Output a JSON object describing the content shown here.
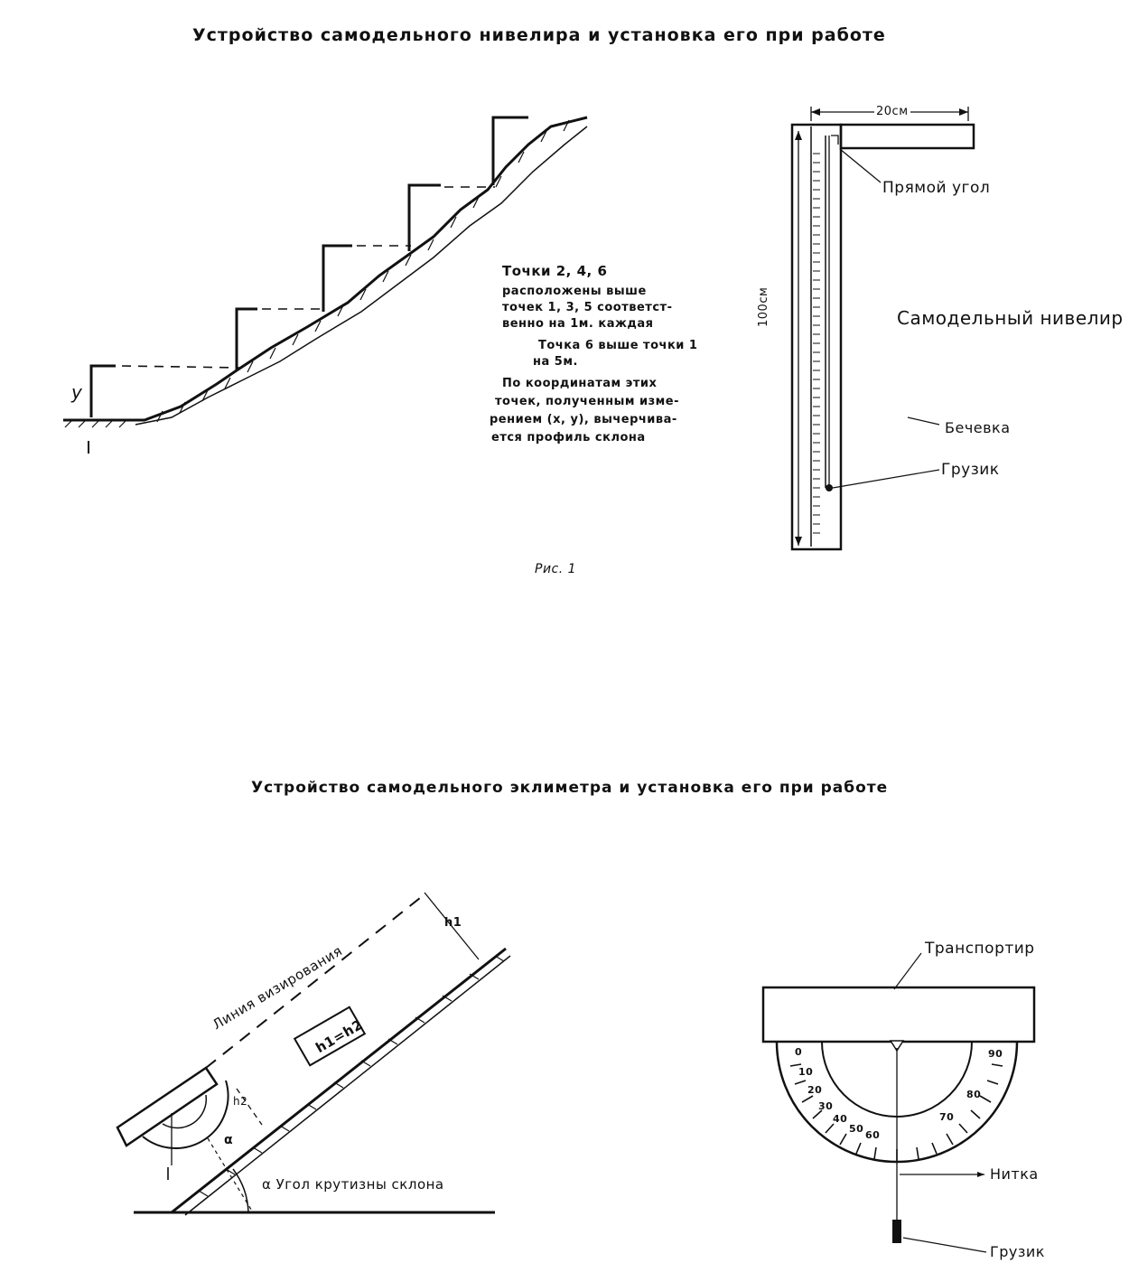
{
  "top": {
    "title": "Устройство самодельного нивелира и установка его при работе",
    "y_label": "у",
    "note": [
      "Точки 2,  4,  6",
      "расположены выше",
      "точек 1,  3,  5 соответст-",
      "венно на 1м. каждая",
      "Точка 6 выше точки 1",
      "на 5м.",
      "По координатам этих",
      "точек, полученным изме-",
      "рением (x, y), вычерчива-",
      "ется профиль склона"
    ],
    "level": {
      "dim_top": "20см",
      "dim_side": "100см",
      "right_angle": "Прямой угол",
      "name": "Самодельный нивелир",
      "string": "Бечевка",
      "weight": "Грузик"
    },
    "caption": "Рис. 1"
  },
  "bottom": {
    "title": "Устройство самодельного эклиметра и установка его при работе",
    "sight_line": "Линия визирования",
    "h1": "h1",
    "formula": "h1=h2",
    "h2": "h2",
    "alpha": "α",
    "slope_angle": "α  Угол крутизны склона",
    "protractor": "Транспортир",
    "thread": "Нитка",
    "weight": "Грузик",
    "scale": [
      "0",
      "10",
      "20",
      "30",
      "40",
      "50",
      "60",
      "70",
      "80",
      "90"
    ]
  }
}
